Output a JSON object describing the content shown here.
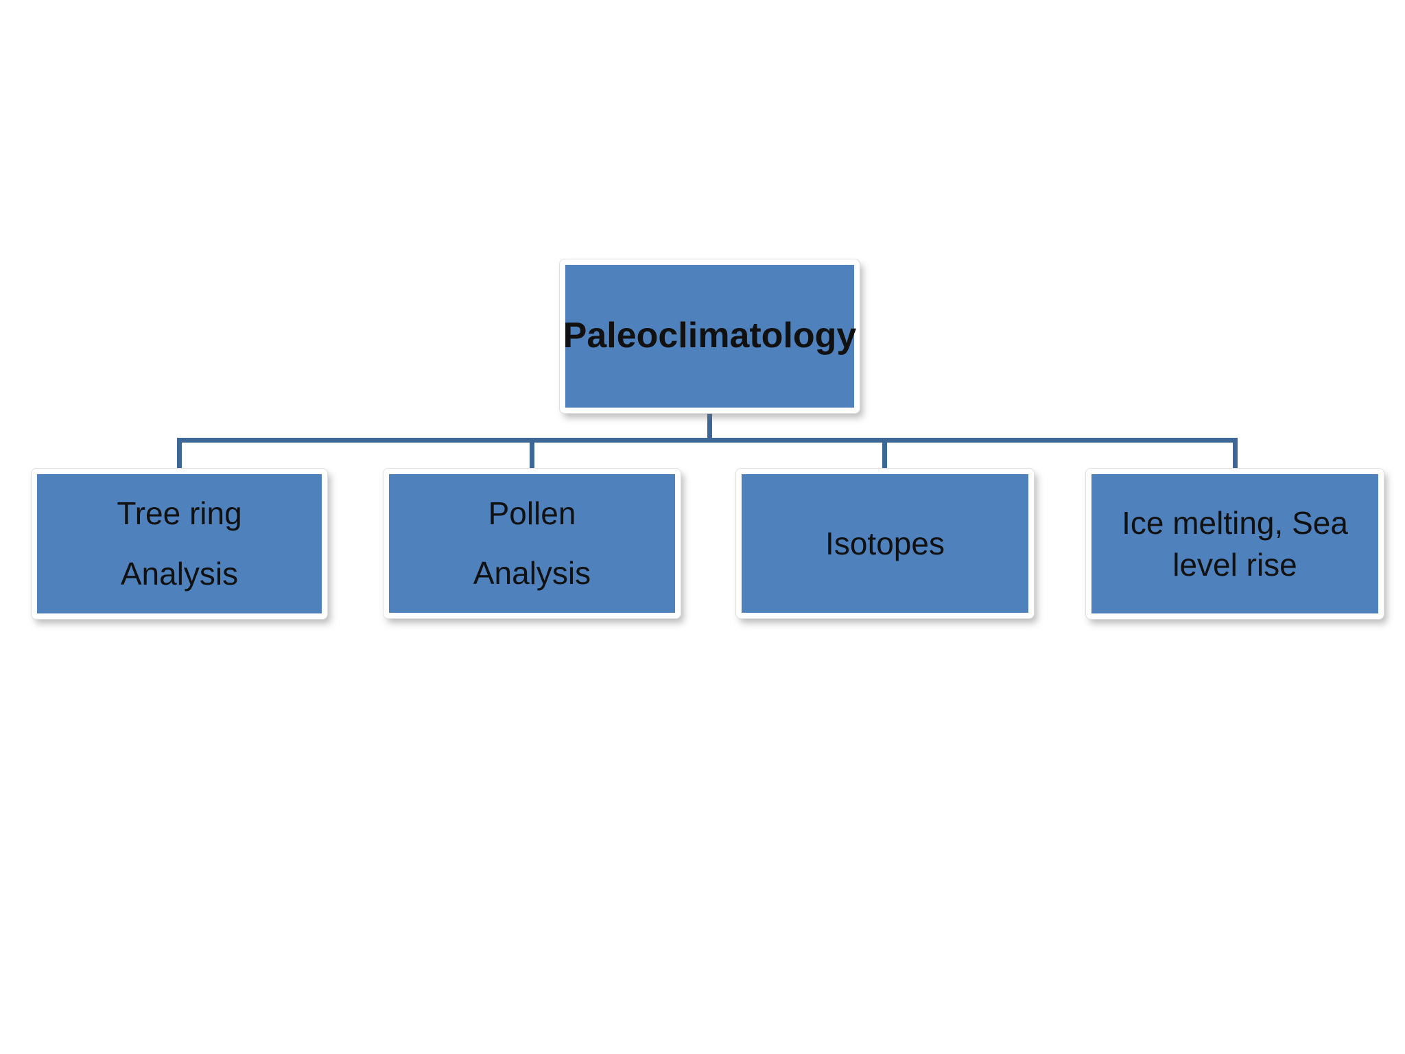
{
  "page": {
    "background": "#ffffff"
  },
  "diagram": {
    "type": "org-chart",
    "root": {
      "label": "Paleoclimatology"
    },
    "children": [
      {
        "lines": [
          "Tree ring",
          "Analysis"
        ]
      },
      {
        "lines": [
          "Pollen",
          "Analysis"
        ]
      },
      {
        "lines": [
          "Isotopes"
        ]
      },
      {
        "lines": [
          "Ice melting, Sea",
          "level rise"
        ]
      }
    ],
    "colors": {
      "node_fill": "#4f81bd",
      "node_frame": "#ffffff",
      "connector": "#3c6797",
      "text": "#111111",
      "page_bg": "#ffffff"
    }
  }
}
